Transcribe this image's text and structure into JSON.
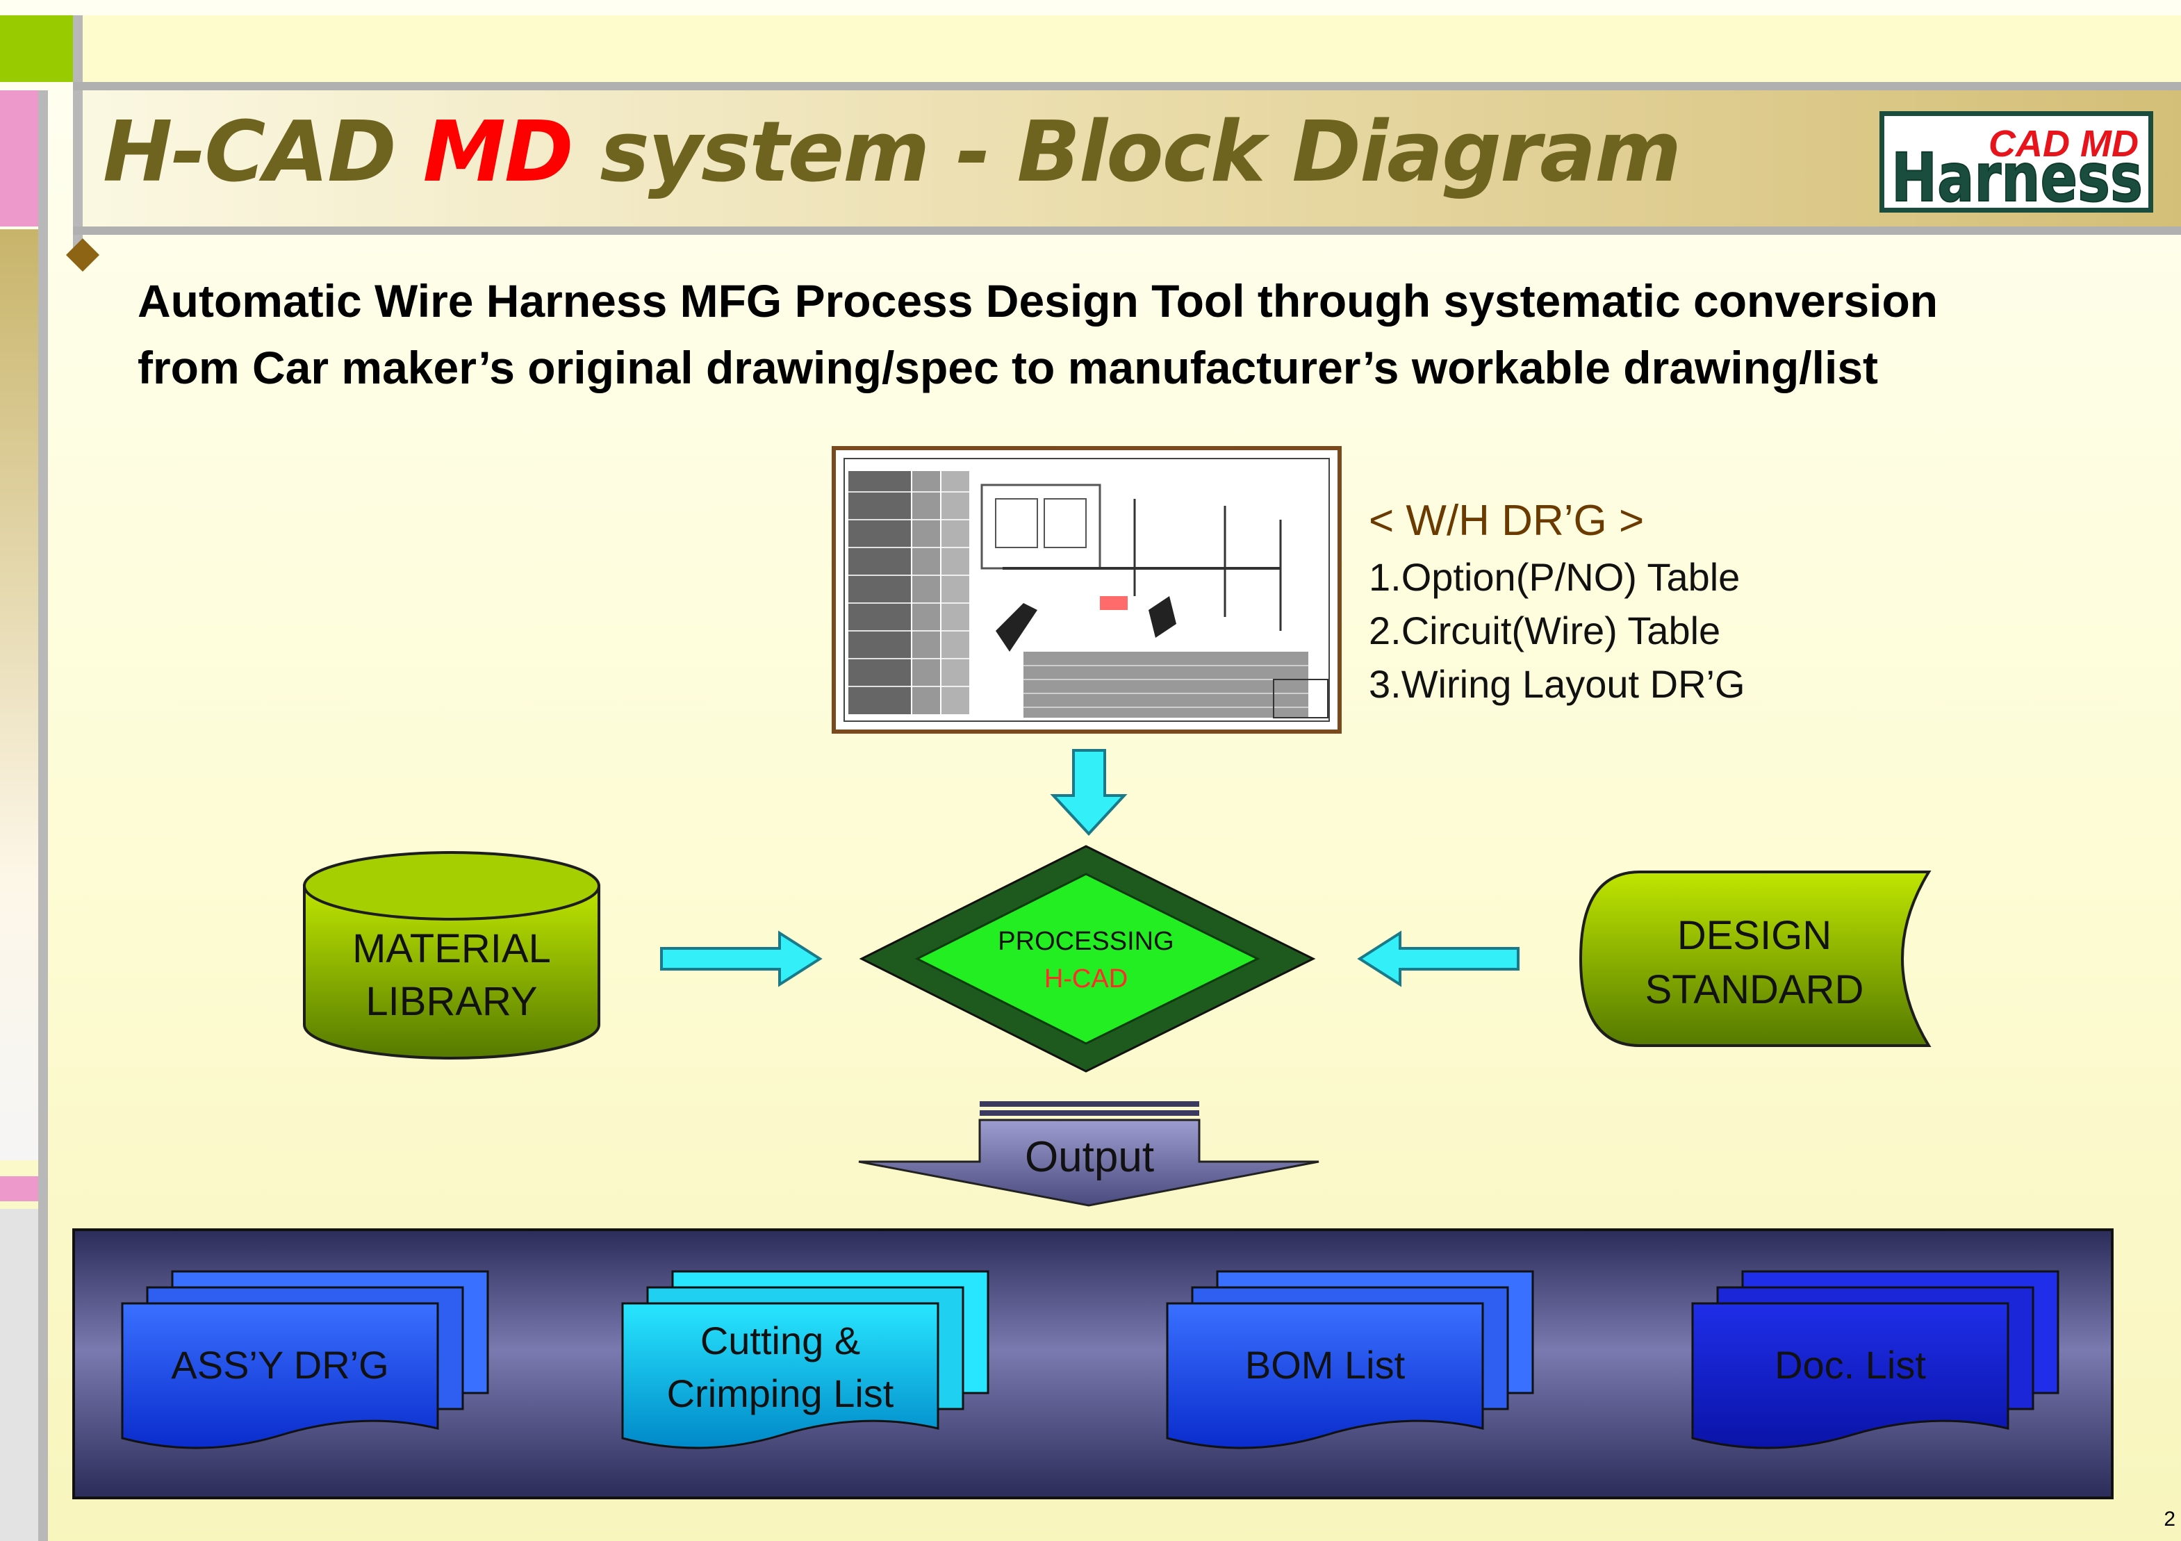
{
  "title": {
    "prefix": "H-CAD ",
    "highlight": "MD",
    "suffix": " system - Block Diagram"
  },
  "logo": {
    "top_text": "CAD MD",
    "bottom_text": "Harness"
  },
  "bullet": {
    "line1": "Automatic Wire Harness MFG Process Design Tool through systematic conversion",
    "line2": "from Car maker’s original drawing/spec to manufacturer’s workable drawing/list"
  },
  "wh_drawing": {
    "heading": "< W/H DR’G >",
    "items": [
      "1.Option(P/NO) Table",
      "2.Circuit(Wire) Table",
      "3.Wiring Layout DR’G"
    ]
  },
  "material_library": {
    "line1": "MATERIAL",
    "line2": "LIBRARY"
  },
  "processing": {
    "line1": "PROCESSING",
    "line2": "H-CAD"
  },
  "design_standard": {
    "line1": "DESIGN",
    "line2": "STANDARD"
  },
  "output_label": "Output",
  "outputs": {
    "assy": "ASS’Y DR’G",
    "cutting_line1": "Cutting &",
    "cutting_line2": "Crimping List",
    "bom": "BOM List",
    "doc": "Doc. List"
  },
  "page_number": "2",
  "colors": {
    "title_olive": "#6e6420",
    "accent_red": "#ff0000",
    "arrow_cyan": "#33f0f8",
    "output_panel": "#5a5a8a"
  }
}
